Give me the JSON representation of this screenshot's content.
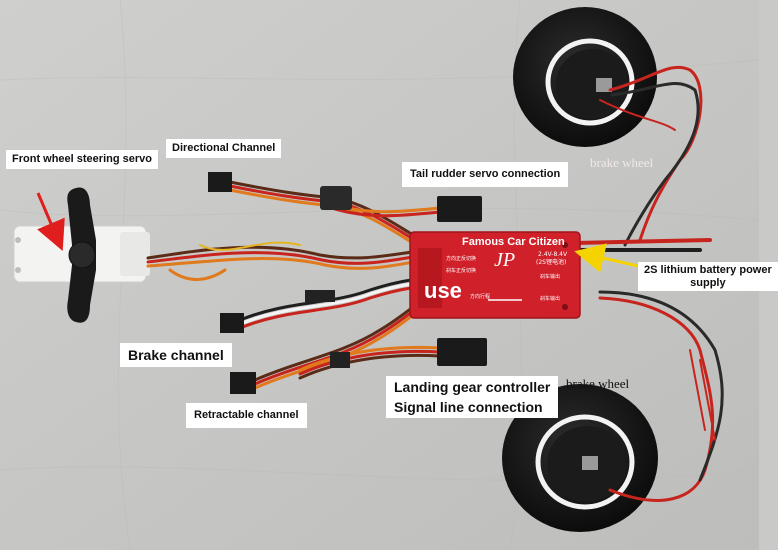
{
  "labels": {
    "front_servo": "Front wheel steering servo",
    "directional": "Directional Channel",
    "tail_rudder": "Tail rudder servo connection",
    "brake_wheel_top": "brake wheel",
    "brand": "Famous Car Citizen",
    "use": "use",
    "battery_line1": "2S lithium battery power",
    "battery_line2": "supply",
    "brake_channel": "Brake channel",
    "landing_line1": "Landing gear controller",
    "landing_line2": "Signal line connection",
    "brake_wheel_bottom": "brake wheel",
    "retractable": "Retractable channel"
  },
  "board": {
    "logo": "JP",
    "voltage": "2.4V-8.4V",
    "voltage2": "(2S锂电池)",
    "row1": "方向正反切换",
    "row2": "刹车正反切换",
    "row3": "方向行程",
    "out1": "刹车输出",
    "out2": "刹车输出"
  },
  "colors": {
    "background": "#c9c9c7",
    "board": "#d0202a",
    "wire_red": "#c8241e",
    "wire_orange": "#e07a1c",
    "wire_brown": "#5a2c17",
    "wheel_dark": "#151515",
    "arrow_red": "#e01e1e",
    "arrow_yellow": "#f5d300"
  }
}
